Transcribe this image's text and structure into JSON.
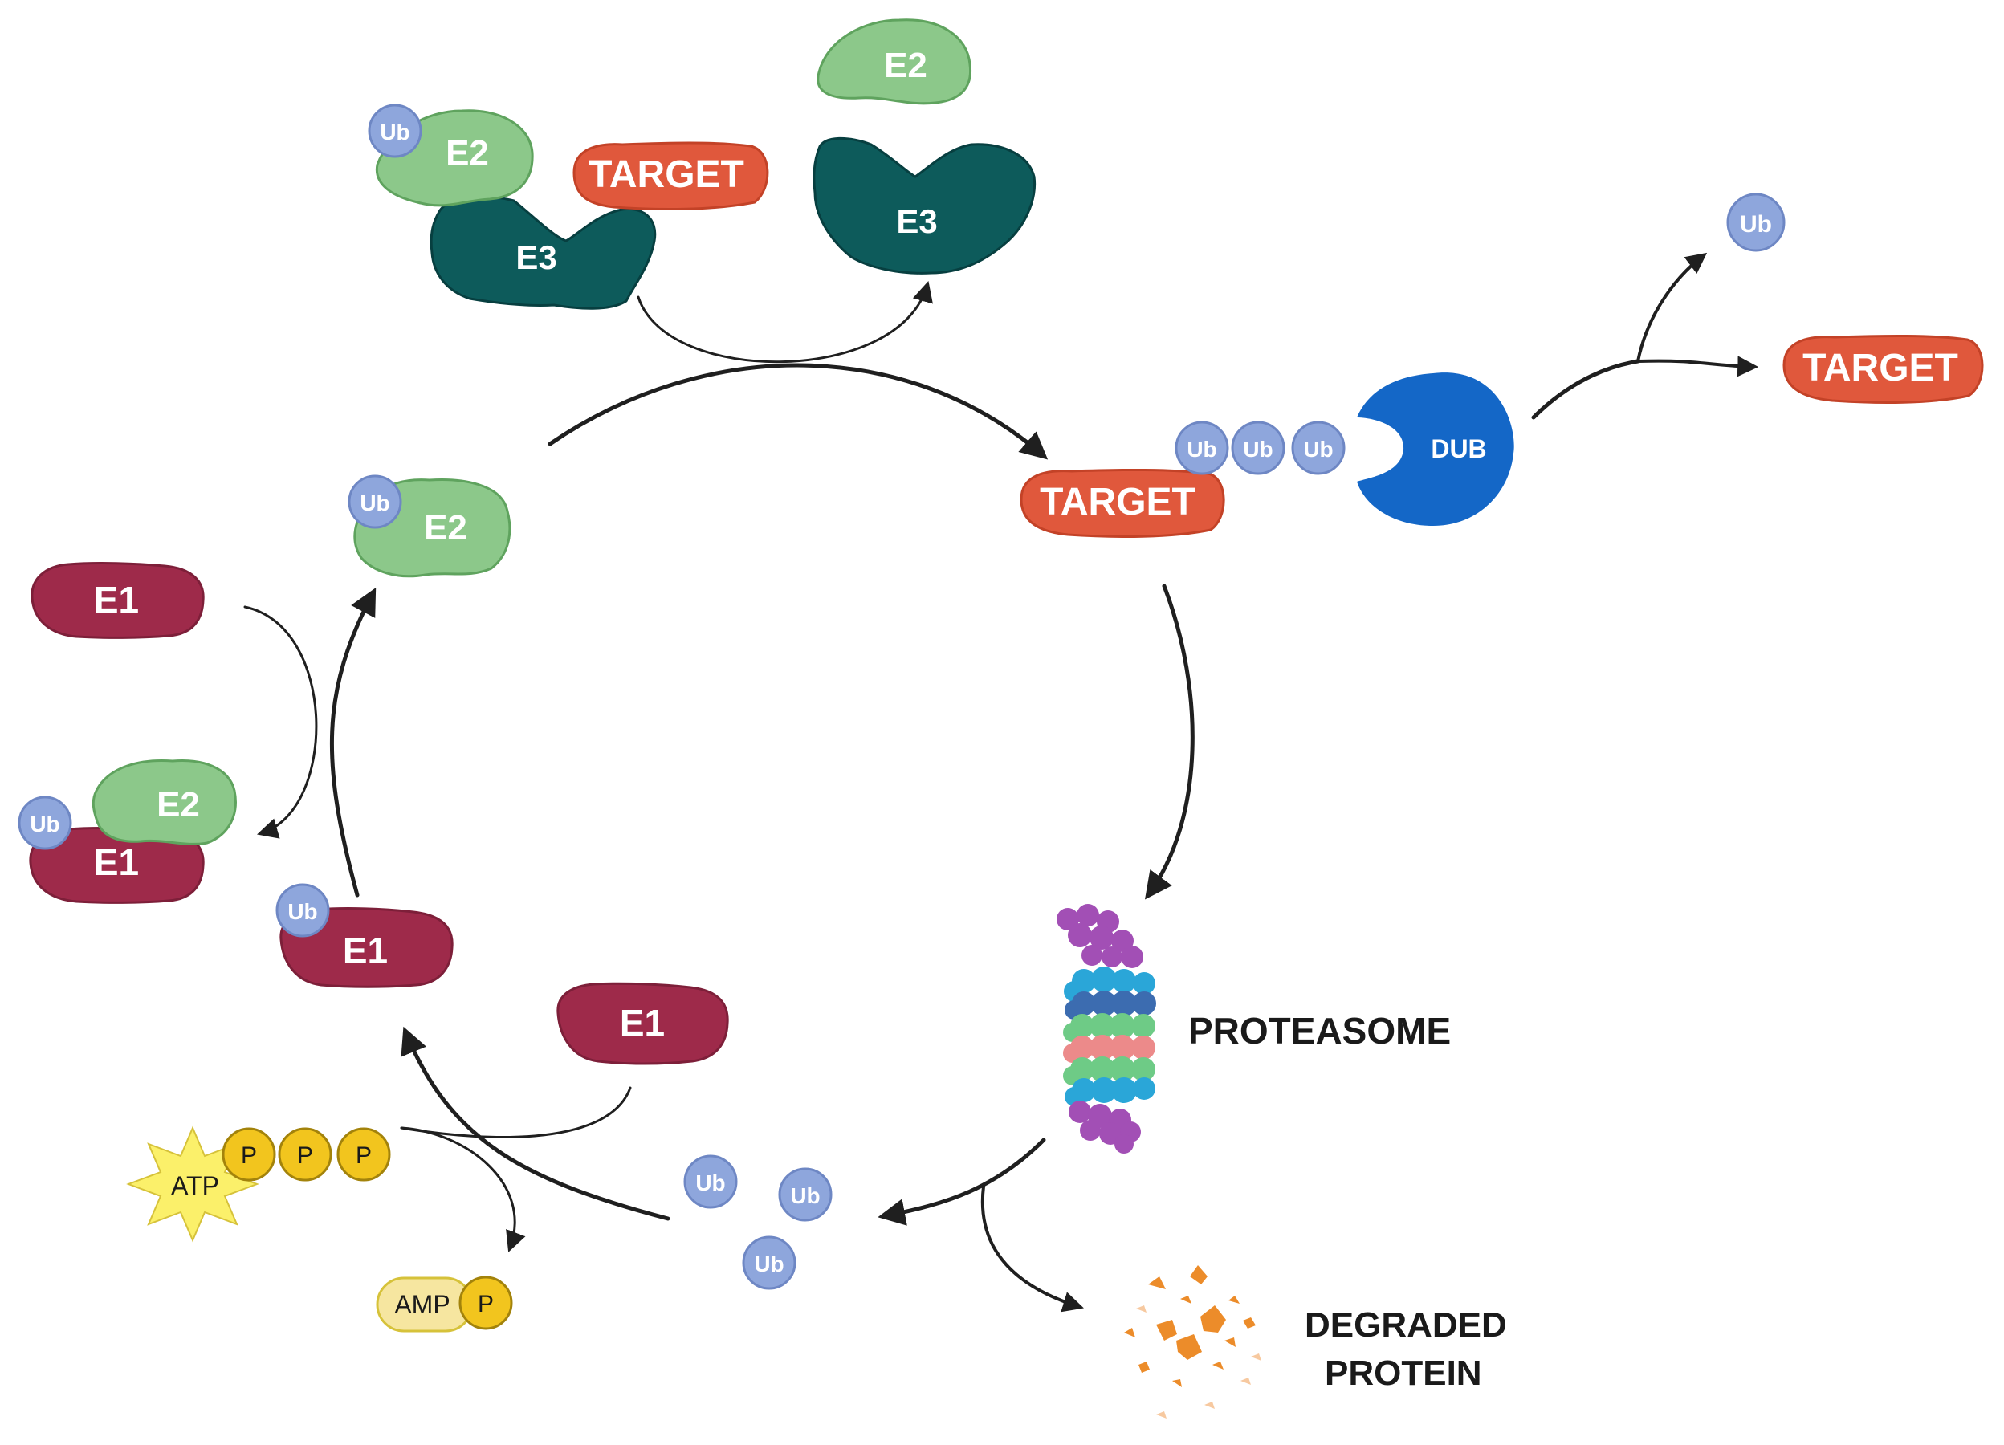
{
  "colors": {
    "e1": "#9e2a4a",
    "e1_dark": "#7d1f39",
    "e2": "#8cc88a",
    "e2_dark": "#5fa35e",
    "e3": "#0d5b5b",
    "e3_dark": "#073f40",
    "target": "#e0583c",
    "target_dark": "#c34227",
    "ub": "#8ea6dc",
    "ub_stroke": "#6e87c4",
    "dub": "#1467c7",
    "phosphate": "#f2c51e",
    "phosphate_stroke": "#a3830b",
    "atp_star": "#fbf06a",
    "amp_body": "#f6e6a0",
    "degraded": "#ec8c2a",
    "arrow": "#1f1f1f"
  },
  "labels": {
    "e1": "E1",
    "e2": "E2",
    "e3": "E3",
    "ub": "Ub",
    "target": "TARGET",
    "dub": "DUB",
    "proteasome": "PROTEASOME",
    "degraded_line1": "DEGRADED",
    "degraded_line2": "PROTEIN",
    "atp": "ATP",
    "amp": "AMP",
    "p": "P"
  }
}
